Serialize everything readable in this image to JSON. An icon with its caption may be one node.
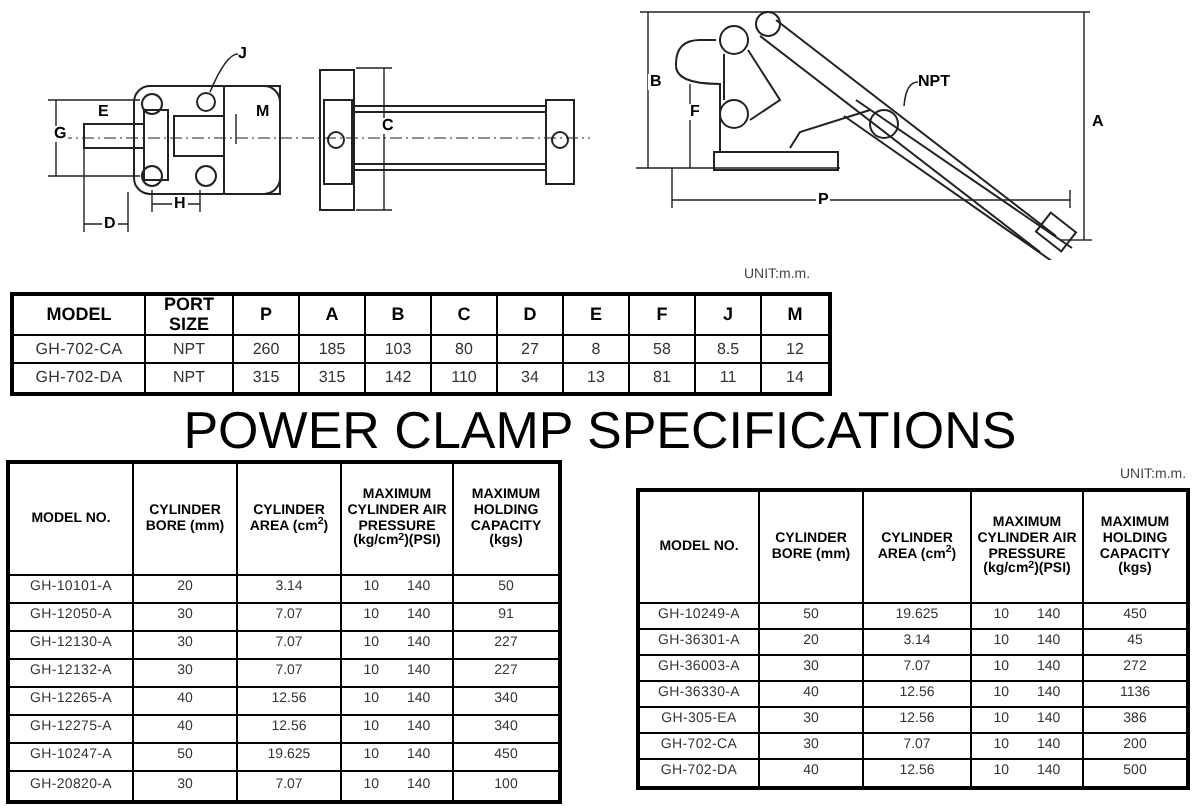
{
  "diagram": {
    "title": "POWER CLAMP SPECIFICATIONS",
    "nodes": [
      {
        "text": [
          "J"
        ]
      },
      {
        "text": [
          "NPT"
        ]
      },
      {
        "text": [],
        "shape": "circle"
      }
    ],
    "edges": [
      {
        "from": 0,
        "to": 2,
        "arrow": "none"
      },
      {
        "from": 1,
        "to": null,
        "arrow": "none"
      }
    ],
    "labels": [
      "E",
      "M",
      "G",
      "C",
      "H",
      "D",
      "B",
      "F",
      "A",
      "P",
      "UNIT:m.m.",
      "MODEL",
      "PORT SIZE",
      "P",
      "A",
      "B",
      "C",
      "D",
      "E",
      "F",
      "J",
      "M",
      "GH-702-CA",
      "NPT",
      "260",
      "185",
      "103",
      "80",
      "27",
      "8",
      "58",
      "8.5",
      "12",
      "GH-702-DA",
      "NPT",
      "315",
      "315",
      "142",
      "110",
      "34",
      "13",
      "81",
      "11",
      "14",
      "MODEL NO.",
      "CYLINDER BORE (mm)",
      "CYLINDER AREA (cm$^{2}$)",
      "MAXIMUM CYLINDER AIR PRESSURE (kg/cm$^{2}$)(PSI)",
      "MAXIMUM HOLDING CAPACITY (kgs)",
      "GH-10101-A",
      "20",
      "3.14",
      "10 140",
      "50",
      "GH-12050-A",
      "30",
      "7.07",
      "10 140",
      "91",
      "GH-12130-A",
      "30",
      "7.07",
      "10 140",
      "227",
      "GH-12132-A",
      "30",
      "7.07",
      "10 140",
      "227",
      "GH-12265-A",
      "40",
      "12.56",
      "10 140",
      "340",
      "GH-12275-A",
      "40",
      "12.56",
      "10 140",
      "340",
      "GH-10247-A",
      "50",
      "19.625",
      "10 140",
      "450",
      "GH-20820-A",
      "30",
      "7.07",
      "10 140",
      "100",
      "UNIT:m.m.",
      "MODEL NO.",
      "CYLINDER BORE (mm)",
      "CYLINDER AREA (cm$^{2}$)",
      "MAXIMUM CYLINDER AIR PRESSURE (kg/cm$^{2}$)(PSI)",
      "MAXIMUM HOLDING CAPACITY (kgs)",
      "GH-10249-A",
      "50",
      "19.625",
      "10 140",
      "450",
      "GH-36301-A",
      "20",
      "3.14",
      "10 140",
      "45",
      "GH-36003-A",
      "30",
      "7.07",
      "10 140",
      "272",
      "GH-36330-A",
      "40",
      "12.56",
      "10 140",
      "1136",
      "GH-305-EA",
      "30",
      "12.56",
      "10 140",
      "386",
      "GH-702-CA",
      "30",
      "7.07",
      "10 140",
      "200",
      "GH-702-DA",
      "40",
      "12.56",
      "10 140",
      "500"
    ]
  }
}
